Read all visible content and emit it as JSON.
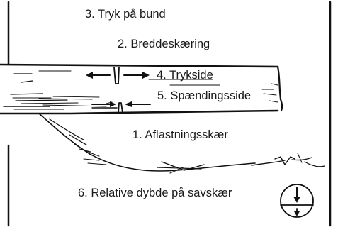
{
  "labels": {
    "step3": "3. Tryk på bund",
    "step2": "2. Breddeskæring",
    "step4": "4. Trykside",
    "step5": "5. Spændingsside",
    "step1": "1. Aflastningsskær",
    "step6": "6. Relative dybde på savskær"
  },
  "colors": {
    "line": "#111111",
    "background": "#ffffff"
  },
  "icons": {
    "depth_gauge": "circle-with-down-arrows-icon"
  }
}
